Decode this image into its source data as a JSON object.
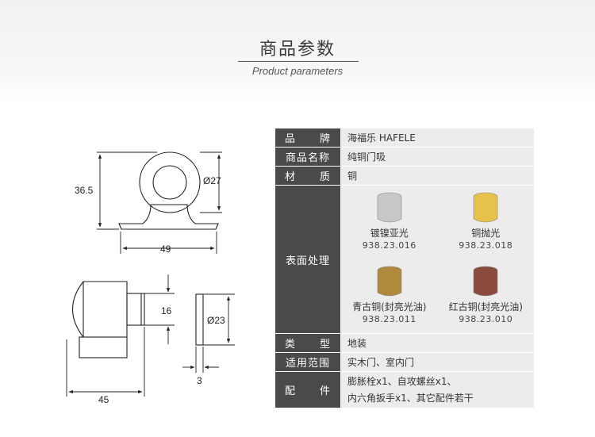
{
  "header": {
    "title": "商品参数",
    "subtitle": "Product parameters"
  },
  "drawing": {
    "height_label": "36.5",
    "ring_diameter_label": "Ø27",
    "base_width_label": "49",
    "body_height_label": "16",
    "washer_diameter_label": "Ø23",
    "washer_thickness_label": "3",
    "body_length_label": "45"
  },
  "specs": {
    "brand": {
      "label_a": "品",
      "label_b": "牌",
      "value": "海福乐 HAFELE"
    },
    "name": {
      "label": "商品名称",
      "value": "纯铜门吸"
    },
    "material": {
      "label_a": "材",
      "label_b": "质",
      "value": "铜"
    },
    "surface": {
      "label": "表面处理",
      "finishes": [
        {
          "name": "镀镍亚光",
          "code": "938.23.016",
          "color": "#c8c8c8"
        },
        {
          "name": "铜抛光",
          "code": "938.23.018",
          "color": "#e6c24a"
        },
        {
          "name": "青古铜(封亮光油)",
          "code": "938.23.011",
          "color": "#b08a3c"
        },
        {
          "name": "红古铜(封亮光油)",
          "code": "938.23.010",
          "color": "#8a4a3c"
        }
      ]
    },
    "type": {
      "label_a": "类",
      "label_b": "型",
      "value": "地装"
    },
    "scope": {
      "label": "适用范围",
      "value": "实木门、室内门"
    },
    "parts": {
      "label_a": "配",
      "label_b": "件",
      "line1": "膨胀栓x1、自攻螺丝x1、",
      "line2": "内六角扳手x1、其它配件若干"
    }
  }
}
